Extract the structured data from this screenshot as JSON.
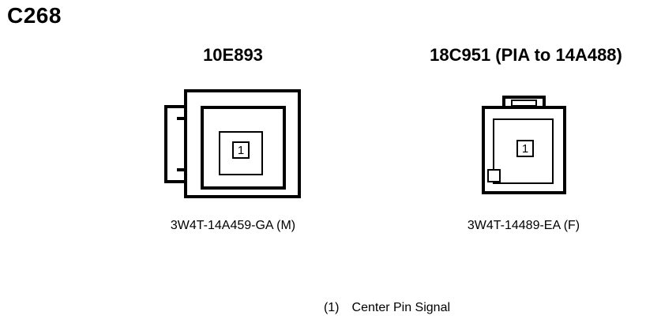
{
  "title": "C268",
  "connectors": [
    {
      "name": "10E893",
      "part": "3W4T-14A459-GA (M)",
      "pin": "1",
      "gender": "male"
    },
    {
      "name": "18C951 (PIA to 14A488)",
      "part": "3W4T-14489-EA (F)",
      "pin": "1",
      "gender": "female"
    }
  ],
  "legend": {
    "pin_ref": "(1)",
    "signal": "Center Pin Signal"
  },
  "colors": {
    "ink": "#000000",
    "background": "#ffffff"
  }
}
